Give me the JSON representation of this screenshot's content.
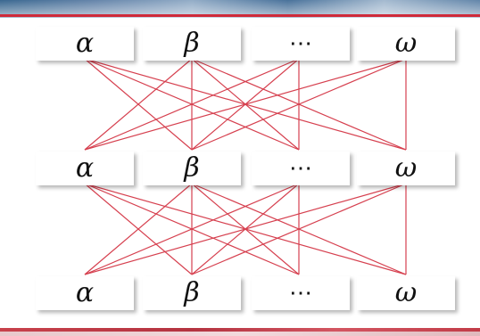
{
  "layers": [
    {
      "labels": [
        "α",
        "β",
        "⋯",
        "ω"
      ]
    },
    {
      "labels": [
        "α",
        "β",
        "⋯",
        "ω"
      ]
    },
    {
      "labels": [
        "α",
        "β",
        "⋯",
        "ω"
      ]
    }
  ],
  "edges": [
    [
      0,
      1
    ],
    [
      0,
      2
    ],
    [
      0,
      3
    ],
    [
      1,
      0
    ],
    [
      1,
      1
    ],
    [
      1,
      2
    ],
    [
      1,
      3
    ],
    [
      2,
      0
    ],
    [
      2,
      1
    ],
    [
      2,
      2
    ],
    [
      3,
      0
    ],
    [
      3,
      1
    ],
    [
      3,
      3
    ]
  ],
  "colors": {
    "edge": "#d6404f",
    "accent": "#cf2a3a",
    "banner": "#3f6a95"
  }
}
